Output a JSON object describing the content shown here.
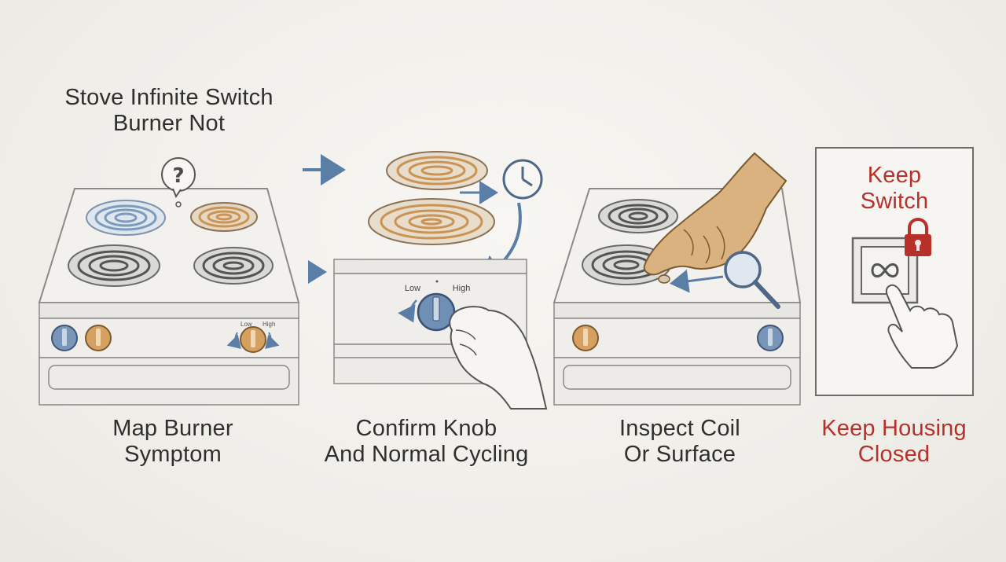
{
  "header": {
    "title_line1": "Stove Infinite Switch",
    "title_line2": "Burner Not"
  },
  "steps": [
    {
      "line1": "Map Burner",
      "line2": "Symptom"
    },
    {
      "line1": "Confirm Knob",
      "line2": "And Normal Cycling"
    },
    {
      "line1": "Inspect Coil",
      "line2": "Or Surface"
    },
    {
      "line1": "Keep Housing",
      "line2": "Closed"
    }
  ],
  "panel": {
    "line1": "Keep",
    "line2": "Switch"
  },
  "knob_labels": {
    "low": "Low",
    "high": "High"
  },
  "question_mark": "?",
  "icons": [
    "question-bubble-icon",
    "arrow-right-icon",
    "clock-icon",
    "curved-arrow-icon",
    "magnifier-icon",
    "padlock-icon",
    "infinity-icon",
    "glove-hand-icon",
    "pointing-hand-icon"
  ],
  "colors": {
    "accent_blue": "#5a7ea6",
    "coil_orange": "#c99455",
    "warning_red": "#b7302a",
    "ink": "#2f2f2f"
  }
}
